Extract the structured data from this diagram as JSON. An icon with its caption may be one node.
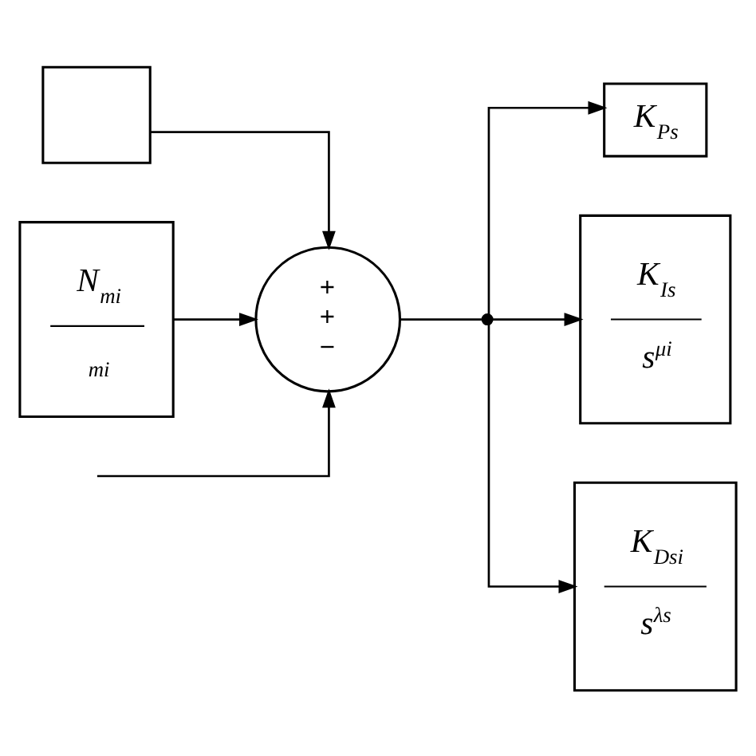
{
  "diagram": {
    "nodes": [
      {
        "text": [],
        "shape": "box"
      },
      {
        "text": [
          "N$_{mi}$",
          "$_{mi}$"
        ]
      },
      {
        "text": [
          "+",
          "+",
          "−"
        ]
      },
      {
        "text": [],
        "shape": "circle"
      },
      {
        "text": [
          "K$_{Ps}$"
        ]
      },
      {
        "text": [
          "K$_{Is}$",
          "s$^{μi}$"
        ]
      },
      {
        "text": [
          "K$_{Dsi}$",
          "s$^{λs}$"
        ]
      }
    ],
    "edges": [
      {
        "from": 0,
        "to": 2,
        "arrow": "to"
      },
      {
        "from": 1,
        "to": 2,
        "arrow": "to"
      },
      {
        "from": null,
        "to": 2,
        "arrow": "to"
      },
      {
        "from": 2,
        "to": 3,
        "arrow": "none"
      },
      {
        "from": 3,
        "to": 4,
        "arrow": "to"
      },
      {
        "from": 3,
        "to": 5,
        "arrow": "to"
      },
      {
        "from": 3,
        "to": 6,
        "arrow": "to"
      }
    ]
  }
}
